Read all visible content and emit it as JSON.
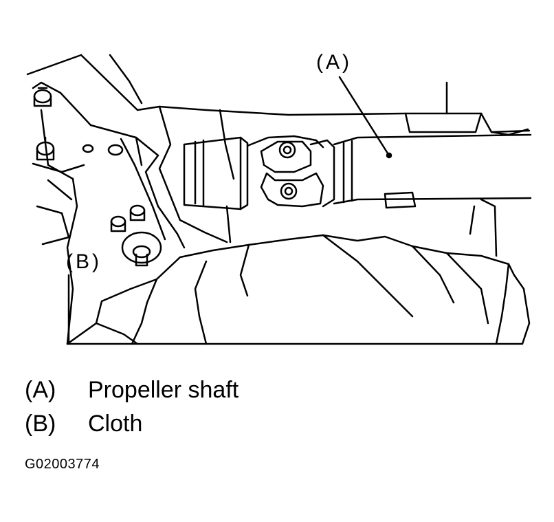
{
  "callouts": [
    {
      "key": "(A)"
    },
    {
      "key": "(B)"
    }
  ],
  "legend": [
    {
      "key": "(A)",
      "label": "Propeller shaft"
    },
    {
      "key": "(B)",
      "label": "Cloth"
    }
  ],
  "figure_id": "G02003774",
  "colors": {
    "ink": "#000000",
    "paper": "#ffffff"
  }
}
